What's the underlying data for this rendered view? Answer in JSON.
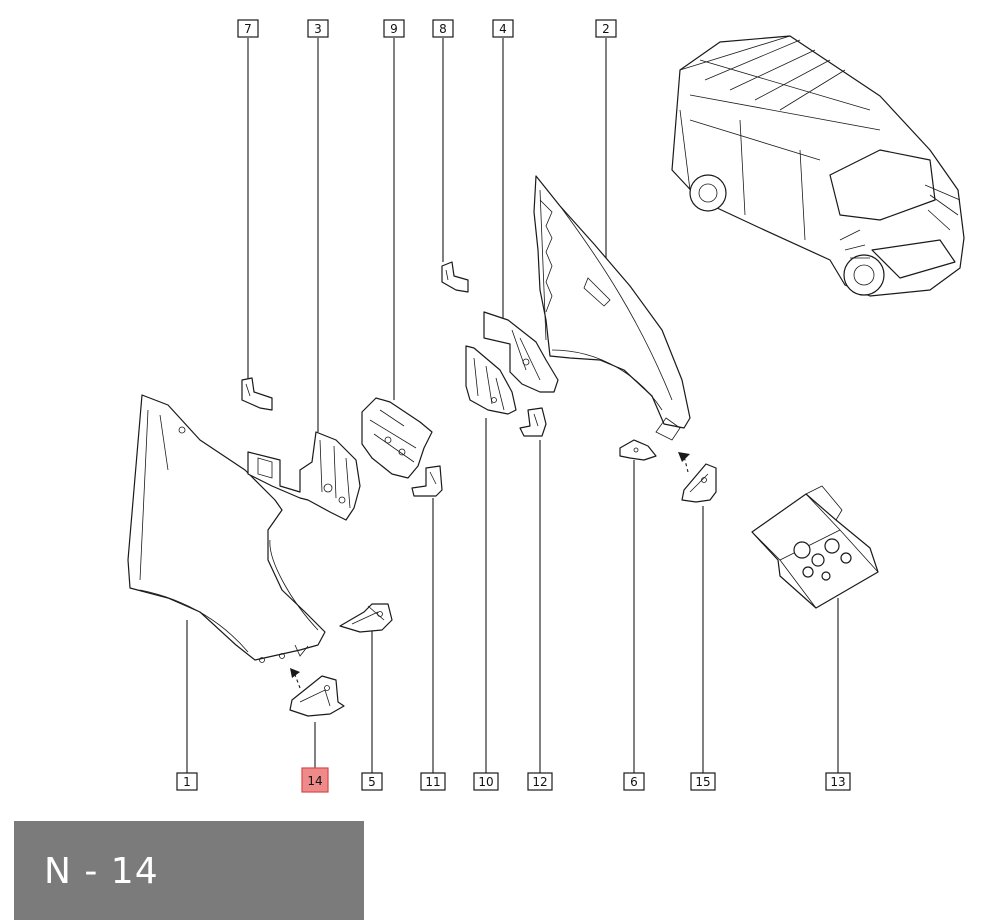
{
  "diagram": {
    "callouts": [
      {
        "label": "7"
      },
      {
        "label": "3"
      },
      {
        "label": "9"
      },
      {
        "label": "8"
      },
      {
        "label": "4"
      },
      {
        "label": "2"
      },
      {
        "label": "1"
      },
      {
        "label": "14",
        "highlighted": true
      },
      {
        "label": "5"
      },
      {
        "label": "11"
      },
      {
        "label": "10"
      },
      {
        "label": "12"
      },
      {
        "label": "6"
      },
      {
        "label": "15"
      },
      {
        "label": "13"
      }
    ],
    "highlight_color": "#ef8a8a"
  },
  "banner": {
    "text": "N - 14",
    "background": "#7b7b7b"
  }
}
